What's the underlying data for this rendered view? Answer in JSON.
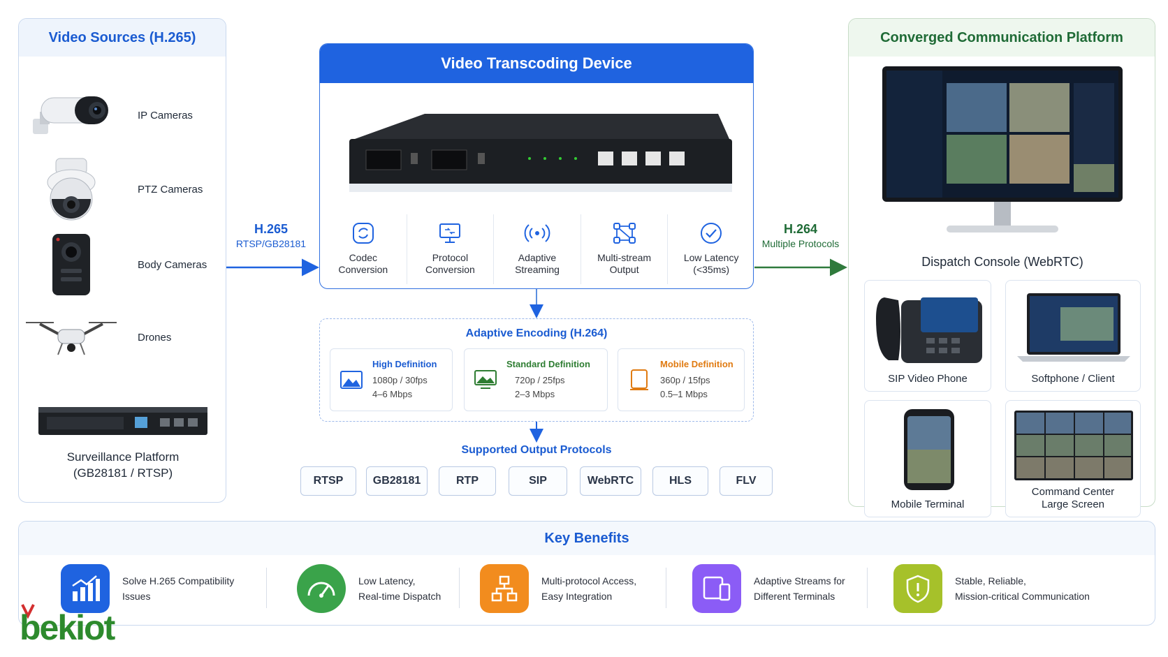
{
  "sources": {
    "title": "Video Sources (H.265)",
    "items": [
      "IP Cameras",
      "PTZ Cameras",
      "Body Cameras",
      "Drones"
    ],
    "platform_line1": "Surveillance Platform",
    "platform_line2": "(GB28181 / RTSP)"
  },
  "arrow_in": {
    "codec": "H.265",
    "protocol": "RTSP/GB28181"
  },
  "arrow_out": {
    "codec": "H.264",
    "protocol": "Multiple Protocols"
  },
  "device": {
    "title": "Video Transcoding Device",
    "features": [
      {
        "line1": "Codec",
        "line2": "Conversion"
      },
      {
        "line1": "Protocol",
        "line2": "Conversion"
      },
      {
        "line1": "Adaptive",
        "line2": "Streaming"
      },
      {
        "line1": "Multi-stream",
        "line2": "Output"
      },
      {
        "line1": "Low Latency",
        "line2": "(<35ms)"
      }
    ]
  },
  "encoding": {
    "title": "Adaptive Encoding (H.264)",
    "profiles": [
      {
        "name": "High Definition",
        "resolution": "1080p / 30fps",
        "bitrate": "4–6 Mbps",
        "color": "#1a5bd1"
      },
      {
        "name": "Standard Definition",
        "resolution": "720p / 25fps",
        "bitrate": "2–3 Mbps",
        "color": "#2e7d32"
      },
      {
        "name": "Mobile Definition",
        "resolution": "360p / 15fps",
        "bitrate": "0.5–1 Mbps",
        "color": "#e07b12"
      }
    ]
  },
  "protocols": {
    "title": "Supported Output Protocols",
    "items": [
      "RTSP",
      "GB28181",
      "RTP",
      "SIP",
      "WebRTC",
      "HLS",
      "FLV"
    ]
  },
  "platform": {
    "title": "Converged Communication Platform",
    "console": "Dispatch Console (WebRTC)",
    "terminals": [
      {
        "line1": "SIP Video Phone",
        "line2": ""
      },
      {
        "line1": "Softphone / Client",
        "line2": ""
      },
      {
        "line1": "Mobile Terminal",
        "line2": ""
      },
      {
        "line1": "Command Center",
        "line2": "Large Screen"
      }
    ]
  },
  "benefits": {
    "title": "Key Benefits",
    "items": [
      {
        "line1": "Solve H.265 Compatibility",
        "line2": "Issues",
        "color": "#1f63e0"
      },
      {
        "line1": "Low Latency,",
        "line2": "Real-time Dispatch",
        "color": "#3aa34a"
      },
      {
        "line1": "Multi-protocol Access,",
        "line2": "Easy Integration",
        "color": "#f28c1e"
      },
      {
        "line1": "Adaptive Streams for",
        "line2": "Different Terminals",
        "color": "#8b5cf6"
      },
      {
        "line1": "Stable, Reliable,",
        "line2": "Mission-critical Communication",
        "color": "#a6c12a"
      }
    ]
  },
  "logo": {
    "text": "bekiot",
    "color": "#2d8a2d",
    "accent": "#d32f2f"
  }
}
